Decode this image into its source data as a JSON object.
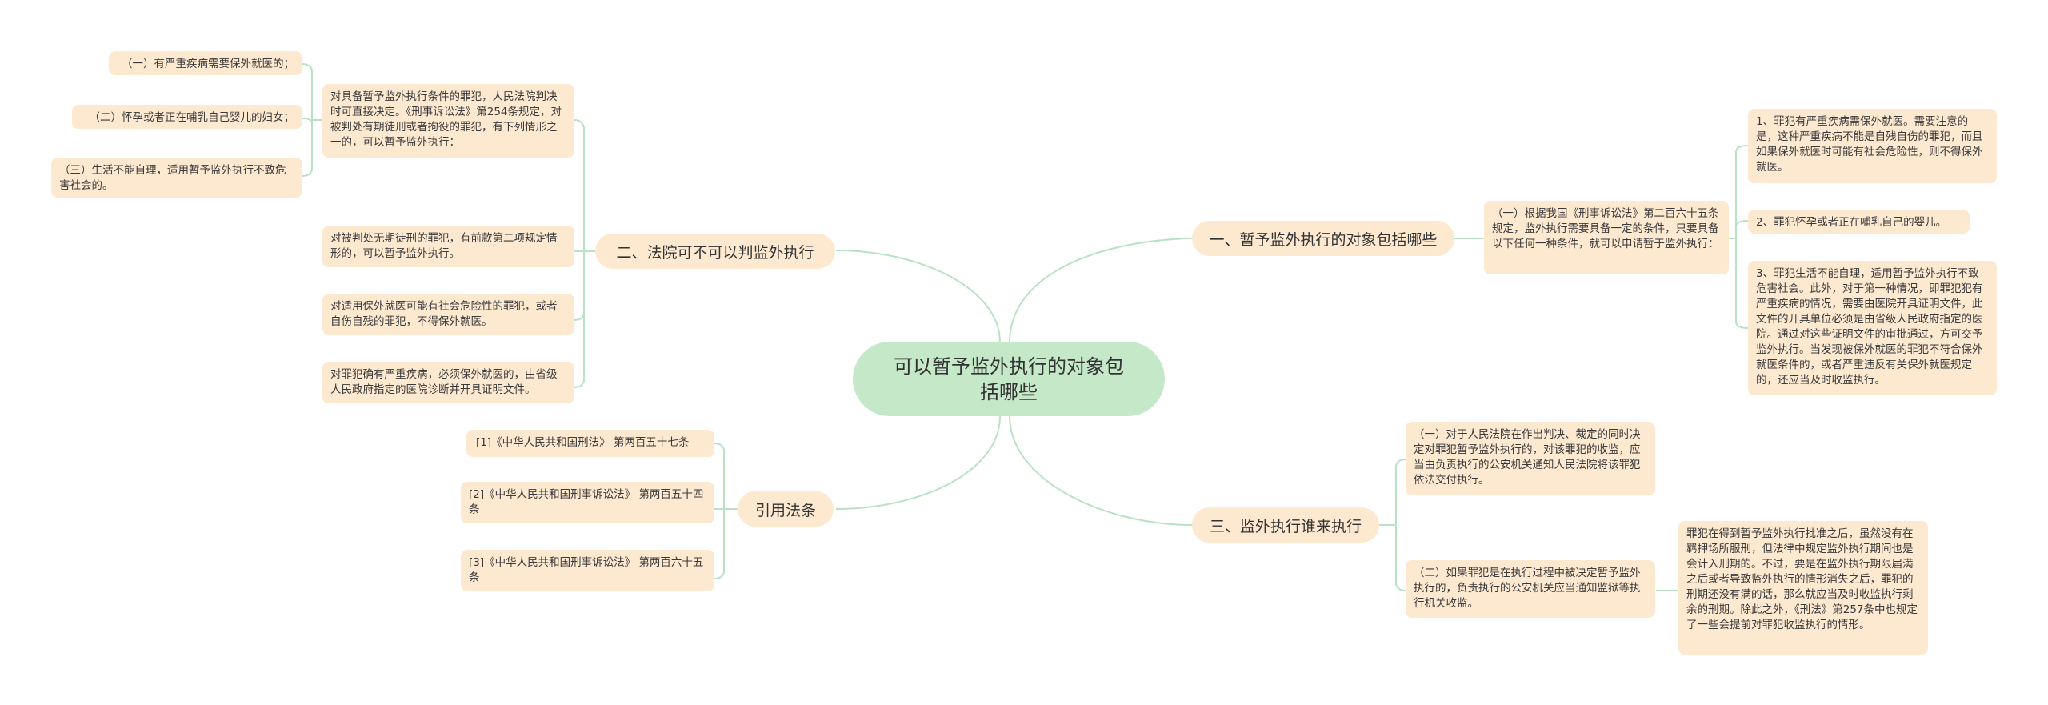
{
  "colors": {
    "root_bg": "#c4e8c8",
    "node_bg": "#fde8d0",
    "link": "#b9e2c4",
    "text": "#333333"
  },
  "root": {
    "title": "可以暂予监外执行的对象包括哪些"
  },
  "branches": [
    {
      "label": "一、暂予监外执行的对象包括哪些",
      "children": [
        {
          "text": "（一）根据我国《刑事诉讼法》第二百六十五条规定，监外执行需要具备一定的条件，只要具备以下任何一种条件，就可以申请暂于监外执行：",
          "children": [
            {
              "text": "1、罪犯有严重疾病需保外就医。需要注意的是，这种严重疾病不能是自残自伤的罪犯，而且如果保外就医时可能有社会危险性，则不得保外就医。"
            },
            {
              "text": "2、罪犯怀孕或者正在哺乳自己的婴儿。"
            },
            {
              "text": "3、罪犯生活不能自理，适用暂予监外执行不致危害社会。此外，对于第一种情况，即罪犯犯有严重疾病的情况，需要由医院开具证明文件，此文件的开具单位必须是由省级人民政府指定的医院。通过对这些证明文件的审批通过，方可交予监外执行。当发现被保外就医的罪犯不符合保外就医条件的，或者严重违反有关保外就医规定的，还应当及时收监执行。"
            }
          ]
        }
      ]
    },
    {
      "label": "二、法院可不可以判监外执行",
      "children": [
        {
          "text": "对具备暂予监外执行条件的罪犯，人民法院判决时可直接决定。《刑事诉讼法》第254条规定，对被判处有期徒刑或者拘役的罪犯，有下列情形之一的，可以暂予监外执行：",
          "children": [
            {
              "text": "（一）有严重疾病需要保外就医的；"
            },
            {
              "text": "（二）怀孕或者正在哺乳自己婴儿的妇女；"
            },
            {
              "text": "（三）生活不能自理，适用暂予监外执行不致危害社会的。"
            }
          ]
        },
        {
          "text": "对被判处无期徒刑的罪犯，有前款第二项规定情形的，可以暂予监外执行。"
        },
        {
          "text": "对适用保外就医可能有社会危险性的罪犯，或者自伤自残的罪犯，不得保外就医。"
        },
        {
          "text": "对罪犯确有严重疾病，必须保外就医的，由省级人民政府指定的医院诊断并开具证明文件。"
        }
      ]
    },
    {
      "label": "三、监外执行谁来执行",
      "children": [
        {
          "text": "（一）对于人民法院在作出判决、裁定的同时决定对罪犯暂予监外执行的，对该罪犯的收监，应当由负责执行的公安机关通知人民法院将该罪犯依法交付执行。"
        },
        {
          "text": "（二）如果罪犯是在执行过程中被决定暂予监外执行的，负责执行的公安机关应当通知监狱等执行机关收监。",
          "children": [
            {
              "text": "罪犯在得到暂予监外执行批准之后，虽然没有在羁押场所服刑，但法律中规定监外执行期间也是会计入刑期的。不过，要是在监外执行期限届满之后或者导致监外执行的情形消失之后，罪犯的刑期还没有满的话，那么就应当及时收监执行剩余的刑期。除此之外，《刑法》第257条中也规定了一些会提前对罪犯收监执行的情形。"
            }
          ]
        }
      ]
    },
    {
      "label": "引用法条",
      "children": [
        {
          "text": "[1]《中华人民共和国刑法》 第两百五十七条"
        },
        {
          "text": "[2]《中华人民共和国刑事诉讼法》 第两百五十四条"
        },
        {
          "text": "[3]《中华人民共和国刑事诉讼法》 第两百六十五条"
        }
      ]
    }
  ]
}
